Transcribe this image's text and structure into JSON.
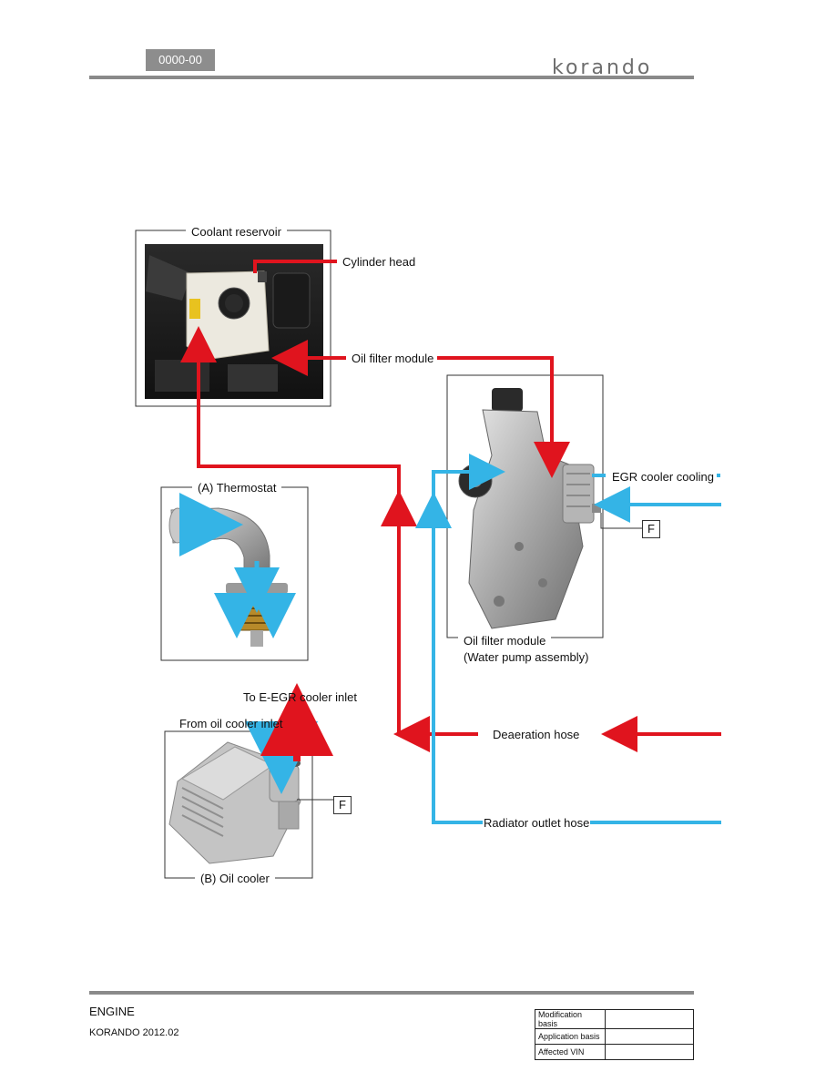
{
  "header": {
    "code": "0000-00",
    "logo_text": "korando"
  },
  "frames": {
    "reservoir": "Coolant reservoir",
    "thermostat": "(A) Thermostat",
    "oil_cooler": "(B) Oil cooler",
    "oil_filter_module": "Oil filter module",
    "oil_filter_module_sub": "(Water pump assembly)"
  },
  "labels": {
    "cylinder_head": "Cylinder head",
    "oil_filter_module": "Oil filter module",
    "egr_cooler_cooling": "EGR cooler cooling",
    "to_e_egr": "To E-EGR cooler inlet",
    "from_oil_cooler": "From oil cooler inlet",
    "deaeration_hose": "Deaeration hose",
    "radiator_outlet_hose": "Radiator outlet hose",
    "f_marker": "F"
  },
  "colors": {
    "hot_line": "#e0141e",
    "cold_line": "#34b4e6"
  },
  "footer": {
    "section": "ENGINE",
    "model": "KORANDO 2012.02",
    "table": [
      {
        "key": "Modification basis",
        "value": ""
      },
      {
        "key": "Application basis",
        "value": ""
      },
      {
        "key": "Affected VIN",
        "value": ""
      }
    ]
  }
}
